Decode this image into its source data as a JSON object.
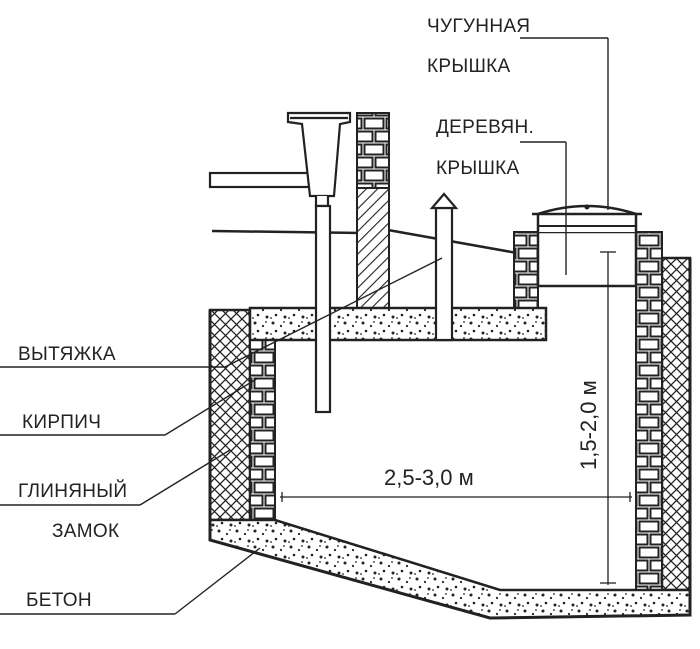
{
  "labels": {
    "cast_iron_cover_1": "ЧУГУННАЯ",
    "cast_iron_cover_2": "КРЫШКА",
    "wooden_cover_1": "ДЕРЕВЯН.",
    "wooden_cover_2": "КРЫШКА",
    "vent": "ВЫТЯЖКА",
    "brick": "КИРПИЧ",
    "clay_lock_1": "ГЛИНЯНЫЙ",
    "clay_lock_2": "ЗАМОК",
    "concrete": "БЕТОН"
  },
  "dimensions": {
    "width": "2,5-3,0 м",
    "depth": "1,5-2,0 м"
  }
}
